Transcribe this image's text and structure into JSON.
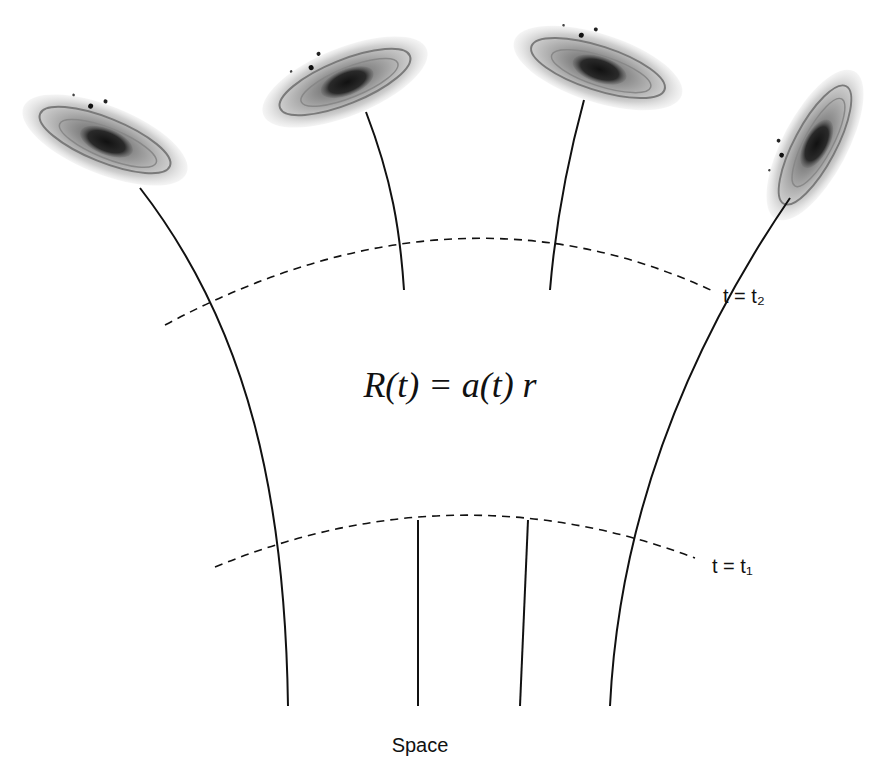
{
  "diagram": {
    "labels": [
      "R(t) = a(t) r",
      "t = t₂",
      "t = t₁",
      "Space"
    ]
  }
}
